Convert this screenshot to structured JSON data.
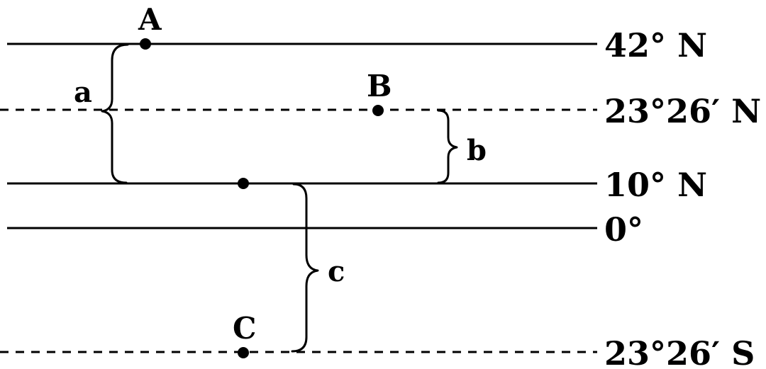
{
  "latitudes": [
    {
      "id": "lat-42n",
      "label": "42° N",
      "style": "solid"
    },
    {
      "id": "lat-2326n",
      "label": "23°26′ N",
      "style": "dashed"
    },
    {
      "id": "lat-10n",
      "label": "10° N",
      "style": "solid"
    },
    {
      "id": "lat-0",
      "label": "0°",
      "style": "solid"
    },
    {
      "id": "lat-2326s",
      "label": "23°26′ S",
      "style": "dashed"
    }
  ],
  "points": [
    {
      "label": "A",
      "latitude": "42° N"
    },
    {
      "label": "B",
      "latitude": "23°26′ N"
    },
    {
      "label": "",
      "latitude": "10° N"
    },
    {
      "label": "C",
      "latitude": "23°26′ S"
    }
  ],
  "spans": [
    {
      "label": "a",
      "from": "42° N",
      "to": "10° N"
    },
    {
      "label": "b",
      "from": "23°26′ N",
      "to": "10° N"
    },
    {
      "label": "c",
      "from": "10° N",
      "to": "23°26′ S"
    }
  ]
}
